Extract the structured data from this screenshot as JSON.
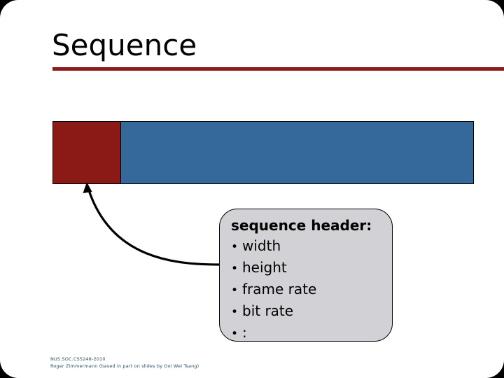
{
  "slide": {
    "title": "Sequence",
    "accent_color": "#8C1A16",
    "background_color": "#FFFFFF"
  },
  "stream_bar": {
    "segments": [
      {
        "name": "sequence-header-segment",
        "label": "",
        "color": "#8B1A16"
      },
      {
        "name": "payload-segment",
        "label": "",
        "color": "#35689B"
      }
    ]
  },
  "callout": {
    "heading": "sequence header:",
    "bullet_glyph": "•",
    "items": [
      "width",
      "height",
      "frame rate",
      "bit rate",
      ":"
    ],
    "background_color": "#D2D2D6"
  },
  "footer": {
    "line1": "NUS.SOC.CS5248-2010",
    "line2": "Roger Zimmermann (based in part on slides by Ooi Wei Tsang)",
    "color": "#2F4E63"
  }
}
